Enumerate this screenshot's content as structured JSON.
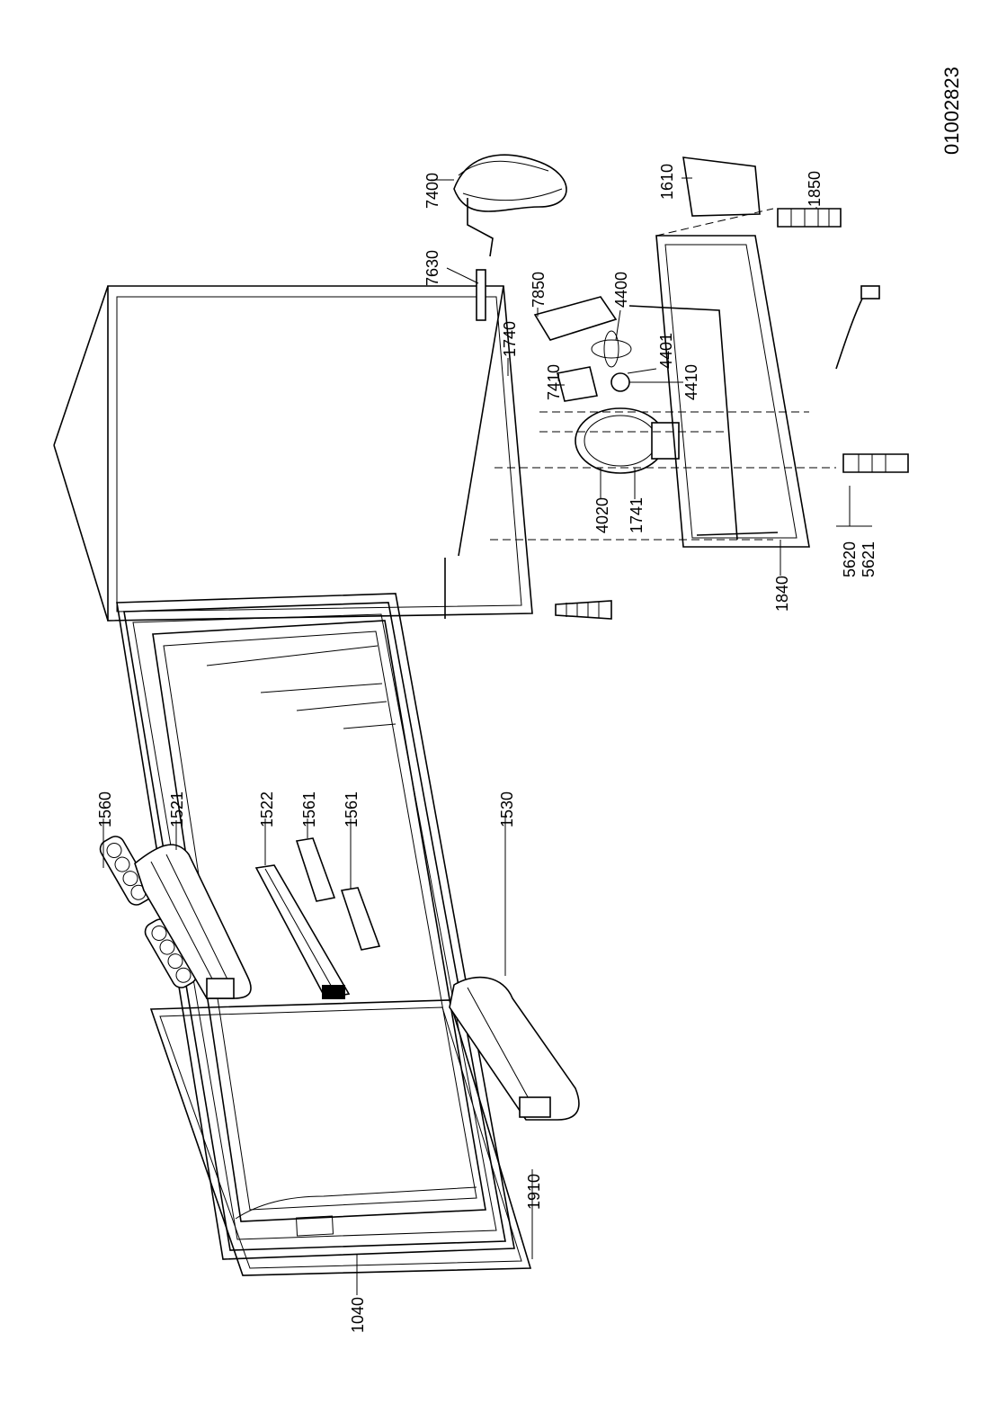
{
  "document_id": "01002823",
  "callouts": {
    "door": "1040",
    "gasket": "1910",
    "egg_tray_a": "1560",
    "shelf_1521": "1521",
    "shelf_1522": "1522",
    "bin_a": "1561",
    "bin_b": "1561",
    "bottle_shelf": "1530",
    "condenser": "7400",
    "drier": "7630",
    "cover": "1610",
    "foot_right": "1850",
    "duct": "7850",
    "fan_blade": "4400",
    "pipe": "1740",
    "fan_motor_bracket": "4401",
    "fan_box": "7410",
    "fan_motor": "4410",
    "compressor": "4020",
    "pipe_b": "1741",
    "starter_a": "5620",
    "starter_b": "5621",
    "bracket": "1840"
  }
}
